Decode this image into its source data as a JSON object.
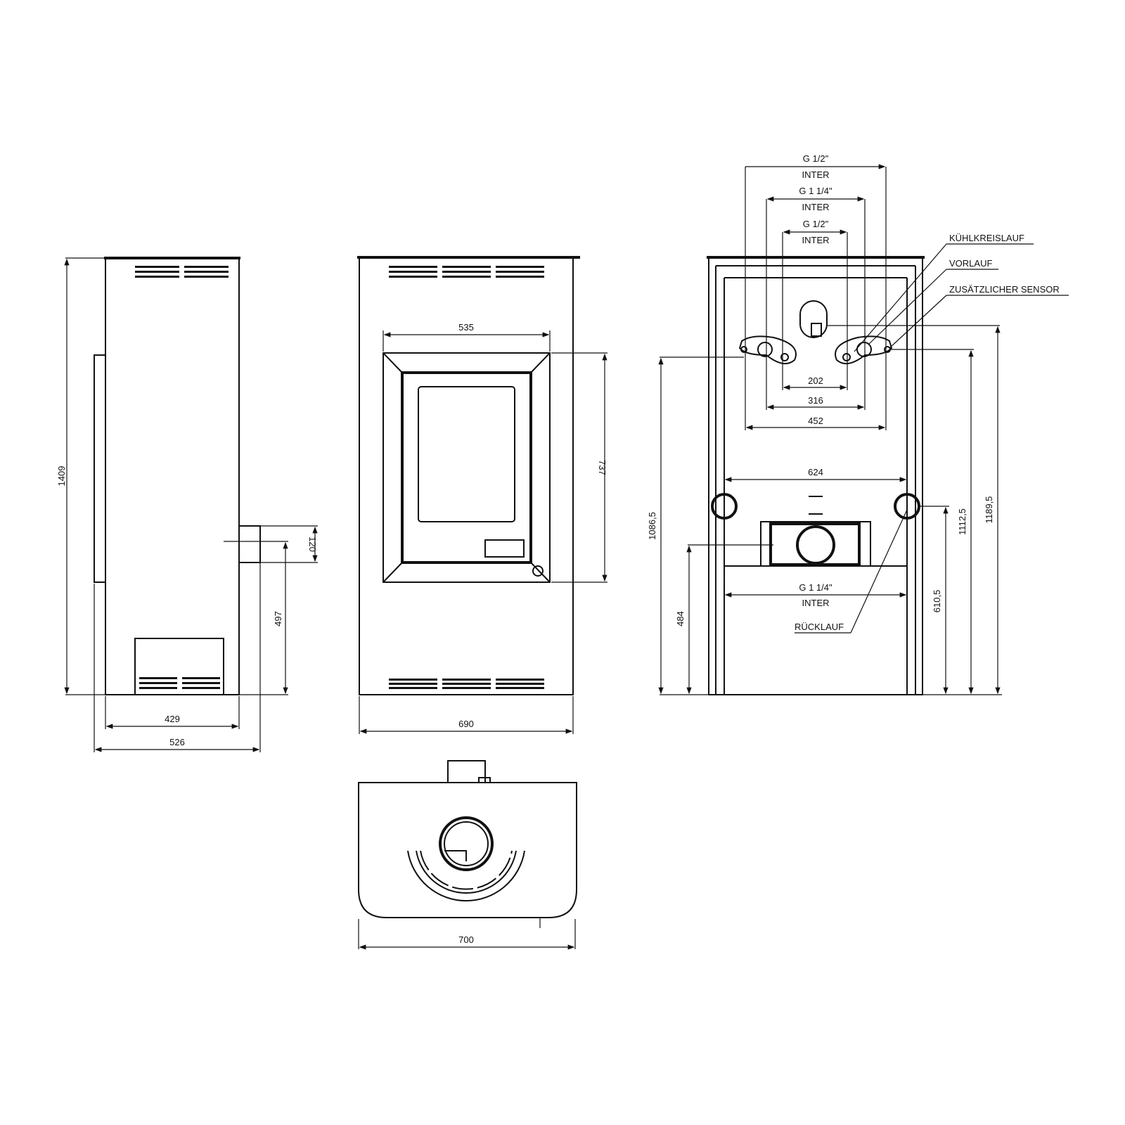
{
  "side_view": {
    "height": "1409",
    "depth_body": "429",
    "depth_total": "526",
    "outlet_size": "120",
    "outlet_height": "497"
  },
  "front_view": {
    "door_width": "535",
    "door_height": "737",
    "width": "690"
  },
  "top_view": {
    "width": "700"
  },
  "rear_view": {
    "top_conn_1": {
      "thread": "G 1/2\"",
      "type": "INTER"
    },
    "top_conn_2": {
      "thread": "G 1 1/4\"",
      "type": "INTER"
    },
    "top_conn_3": {
      "thread": "G 1/2\"",
      "type": "INTER"
    },
    "dim_202": "202",
    "dim_316": "316",
    "dim_452": "452",
    "dim_624": "624",
    "bottom_conn": {
      "thread": "G 1 1/4\"",
      "type": "INTER"
    },
    "dim_1086": "1086,5",
    "dim_484": "484",
    "dim_610": "610,5",
    "dim_1112": "1112,5",
    "dim_1189": "1189,5",
    "labels": {
      "cooling": "KÜHLKREISLAUF",
      "flow": "VORLAUF",
      "sensor": "ZUSÄTZLICHER SENSOR",
      "return": "RÜCKLAUF"
    }
  }
}
